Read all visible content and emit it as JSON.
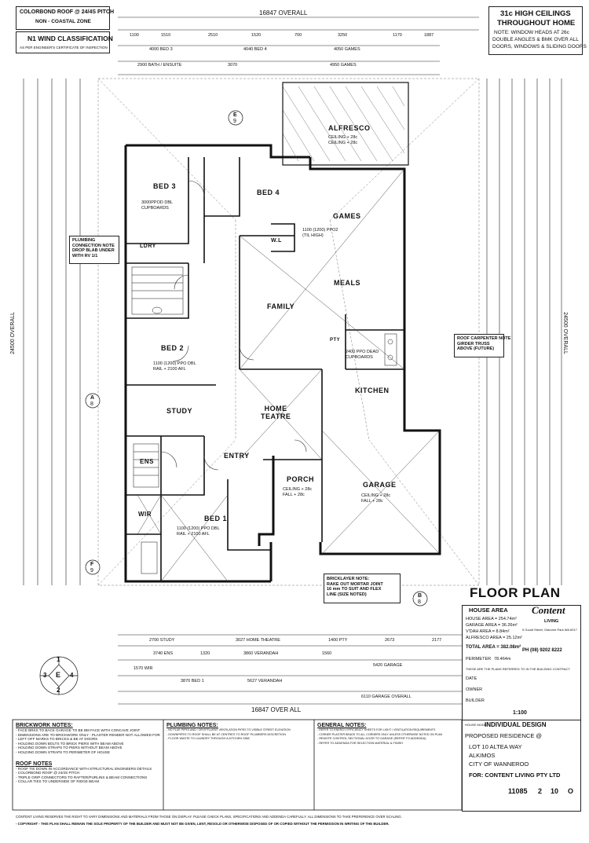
{
  "header": {
    "roof_title": "COLORBOND ROOF @ 24/4S PITCH",
    "roof_sub": "NON - COASTAL ZONE",
    "wind_title": "N1 WIND CLASSIFICATION",
    "wind_sub": "AS PER ENGINEER'S CERTIFICATE OF INSPECTION",
    "overall_top": "16847 OVERALL",
    "ceiling_title_1": "31c HIGH CEILINGS",
    "ceiling_title_2": "THROUGHOUT HOME",
    "ceiling_note_1": "NOTE: WINDOW HEADS AT 26c",
    "ceiling_note_2": "DOUBLE ANGLES & BMK OVER ALL",
    "ceiling_note_3": "DOORS, WINDOWS & SLIDING DOORS"
  },
  "top_dims": [
    "1100",
    "1510",
    "2510",
    "1520",
    "700",
    "3250",
    "1170",
    "1887"
  ],
  "top_dims2": [
    "4000 BED 3",
    "4040 BED 4",
    "4050 GAMES"
  ],
  "top_dims3": [
    "2900 BATH / ENSUITE",
    "3070",
    "4950 GAMES"
  ],
  "bottom_dims": {
    "row1": [
      "2700 STUDY",
      "3027 HOME THEATRE",
      "1400 PTY",
      "2673",
      "2177"
    ],
    "row2": [
      "3740 ENS",
      "1320",
      "3860 VERANDAH",
      "1560",
      "5420 GARAGE"
    ],
    "row3": [
      "1570 WIR",
      "3870 BED 1",
      "5627 VERANDAH"
    ],
    "overall_bottom": "16847 OVER ALL",
    "garage_overall": "6110 GARAGE OVERALL"
  },
  "left_overall": "24500 OVERALL",
  "right_overall": "24500 OVERALL",
  "rooms": {
    "bed3": "BED 3",
    "bed4": "BED 4",
    "games": "GAMES",
    "alfresco": "ALFRESCO",
    "meals": "MEALS",
    "family": "FAMILY",
    "bed2": "BED 2",
    "study": "STUDY",
    "home_theatre": "HOME\nTEATRE",
    "kitchen": "KITCHEN",
    "entry": "ENTRY",
    "porch": "PORCH",
    "garage": "GARAGE",
    "bed1": "BED 1",
    "ens": "ENS",
    "wir": "WIR",
    "wl": "W.L",
    "pty": "PTY",
    "ldry": "LDRY"
  },
  "room_notes": {
    "bed3_note": "3000PPOD DBL\nCUPBOARDS",
    "alfresco_note": "CEILING + 28c\nCEILING + 28c",
    "games_note": "1100 (1200) PPO2\n(TIL HIGH)",
    "bed2_note": "1100 (1200) PPO DBL\nRAIL + 2100 AFL",
    "kitchen_note": "2400 PPO DEAD\nCUPBOARDS",
    "garage_note": "CEILING + 28c\nFALL + 28c",
    "bed1_note": "1100 (1200) PPO DBL\nRAIL + 2100 AFL",
    "porch_note": "CEILING + 28c\nFALL + 28c"
  },
  "callouts": {
    "section_a_top": "A",
    "section_a_bot": "8",
    "section_b_top": "B",
    "section_b_bot": "8",
    "section_e_top": "E",
    "section_e_bot": "9",
    "section_f_top": "F",
    "section_f_bot": "9",
    "plumbing_box": "PLUMBING\nCONNECTION NOTE\nDROP BLAB UNDER\nWITH RV 1/1",
    "roof_carpenter": "ROOF CARPENTER NOTE\nGIRDER TRUSS\nABOVE (FUTURE)",
    "bricklayer": "BRICKLAYER NOTE:\nRAKE OUT MORTAR JOINT\n16 mm TO SUIT AND FLEX\nLINE (SIZE NOTED)"
  },
  "compass": {
    "n": "1",
    "e": "E",
    "s": "2",
    "w": "3",
    "centre": "4"
  },
  "notes": {
    "brickwork_title": "BRICKWORK NOTES:",
    "brickwork": [
      "- FACE BRKS TO BACK GARAGE TO BE BM FACE WITH CONCAVE JOINT",
      "- DIMENSIONS ARE TO BRICKWORK ONLY - PLASTER RENDER NOT ALLOWED FOR",
      "- LEFT OFF MARKS TO BRICKS & BE AT DOORS",
      "- HOLDING DOWN BOLTS TO BRICK PIERS WITH BEAM ABOVE",
      "- HOLDING DOWN STRAPS TO PIERS WITHOUT BEAM ABOVE",
      "- HOLDING DOWN STRAPS TO PERIMETER OF HOUSE"
    ],
    "roof_title": "ROOF NOTES",
    "roof": [
      "- ROOF TIE DOWN IN ACCORDANCE WITH STRUCTURAL ENGINEERS DETAILS",
      "- COLORBOND ROOF @ 24/4S PITCH",
      "- TRIPLE GRIP CONNECTORS TO RAFTER/PURLINS & BEAM CONNECTIONS",
      "- COLLAR TIES TO UNDERSIDE OF RIDGE BEAM"
    ],
    "plumbing_title": "PLUMBING NOTES:",
    "plumbing": [
      "- NO FLUE PIPES AND / OR EFFLUENT VENTILATION PIPES TO VISIBLE STREET ELEVATION",
      "- DOWNPIPES TO ROOF SHALL BE AT CENTRES TO ROOF PLUMBERS DISCRETION",
      "- FLOOR WASTE TO LAUNDRY THROUGH A KITCHEN SINK"
    ],
    "general_title": "GENERAL NOTES:",
    "general": [
      "- REFER TO ENERGY EFFICIENCY SHEETS FOR LIGHT / VENTILATION REQUIREMENTS",
      "- CORNER PLASTER BEADS TO ALL CORNERS ONLY UNLESS OTHERWISE NOTED ON PLAN",
      "- REMOTE CONTROL SECTIONAL DOOR TO GARAGE (REFER TO ADDENDA)",
      "- REFER TO ADDENDA FOR SELECTION MATERIAL & FINISH"
    ]
  },
  "title_block": {
    "floor_plan": "FLOOR PLAN",
    "house_area_title": "HOUSE AREA",
    "house_area": "HOUSE AREA = 254.74m²",
    "garage_area": "GARAGE AREA = 36.26m²",
    "verandah_area": "V'DAH AREA = 8.84m²",
    "alfresco_area": "ALFRESCO AREA = 25.12m²",
    "total_area": "TOTAL AREA = 382.08m²",
    "perimeter_label": "PERIMETER",
    "perimeter": "78.464m",
    "brand": "Content",
    "brand_sub": "LIVING",
    "phone": "PH (08) 9202 8222",
    "address": "5 Gould Street, Osborne Park WA 6017",
    "built_note": "THESE ARE THE PLANS REFERRED TO IN THE BUILDING CONTRACT",
    "date_label": "DATE",
    "owner_label": "OWNER",
    "builder_label": "BUILDER",
    "scale": "1:100",
    "house_model_label": "HOUSE MODEL",
    "design": "INDIVIDUAL DESIGN",
    "proposed": "PROPOSED RESIDENCE @",
    "lot": "LOT 10 ALTEA WAY",
    "suburb": "ALKIMOS",
    "city": "CITY OF WANNEROO",
    "for": "FOR: CONTENT LIVING PTY LTD",
    "job_no": "11085",
    "sheet": "2",
    "of": "10",
    "rev": "O"
  },
  "footer": {
    "line1": "CONTENT LIVING RESERVES THE RIGHT TO VARY DIMENSIONS AND MATERIALS FROM THOSE ON DISPLAY. PLEASE CHECK PLANS, SPECIFICATIONS AND ADDENDA CAREFULLY. ALL DIMENSIONS TO TAKE PREFERENCE OVER SCALING.",
    "line2": "- COPYRIGHT - THIS PLAN SHALL REMAIN THE SOLE PROPERTY OF THE BUILDER AND MUST NOT BE GIVEN, LENT, RESOLD OR OTHERWISE DISPOSED OF OR COPIED WITHOUT THE PERMISSION IN WRITING OF THE BUILDER."
  }
}
